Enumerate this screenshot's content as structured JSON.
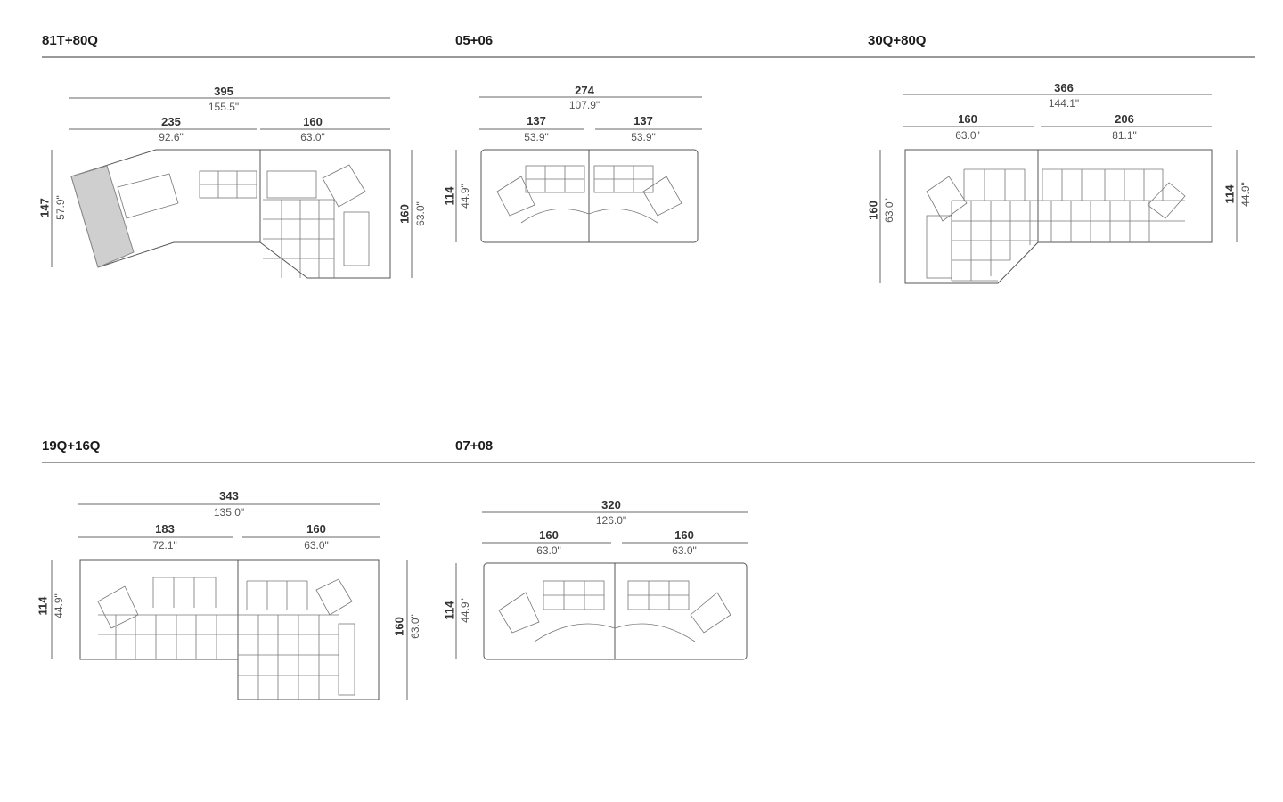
{
  "configurations": [
    {
      "name": "81T+80Q",
      "total_cm": "395",
      "total_in": "155.5\"",
      "parts": [
        {
          "cm": "235",
          "in": "92.6\""
        },
        {
          "cm": "160",
          "in": "63.0\""
        }
      ],
      "left_cm": "147",
      "left_in": "57.9\"",
      "right_cm": "160",
      "right_in": "63.0\""
    },
    {
      "name": "05+06",
      "total_cm": "274",
      "total_in": "107.9\"",
      "parts": [
        {
          "cm": "137",
          "in": "53.9\""
        },
        {
          "cm": "137",
          "in": "53.9\""
        }
      ],
      "left_cm": "114",
      "left_in": "44.9\""
    },
    {
      "name": "30Q+80Q",
      "total_cm": "366",
      "total_in": "144.1\"",
      "parts": [
        {
          "cm": "160",
          "in": "63.0\""
        },
        {
          "cm": "206",
          "in": "81.1\""
        }
      ],
      "left_cm": "160",
      "left_in": "63.0\"",
      "right_cm": "114",
      "right_in": "44.9\""
    },
    {
      "name": "19Q+16Q",
      "total_cm": "343",
      "total_in": "135.0\"",
      "parts": [
        {
          "cm": "183",
          "in": "72.1\""
        },
        {
          "cm": "160",
          "in": "63.0\""
        }
      ],
      "left_cm": "114",
      "left_in": "44.9\"",
      "right_cm": "160",
      "right_in": "63.0\""
    },
    {
      "name": "07+08",
      "total_cm": "320",
      "total_in": "126.0\"",
      "parts": [
        {
          "cm": "160",
          "in": "63.0\""
        },
        {
          "cm": "160",
          "in": "63.0\""
        }
      ],
      "left_cm": "114",
      "left_in": "44.9\""
    }
  ]
}
